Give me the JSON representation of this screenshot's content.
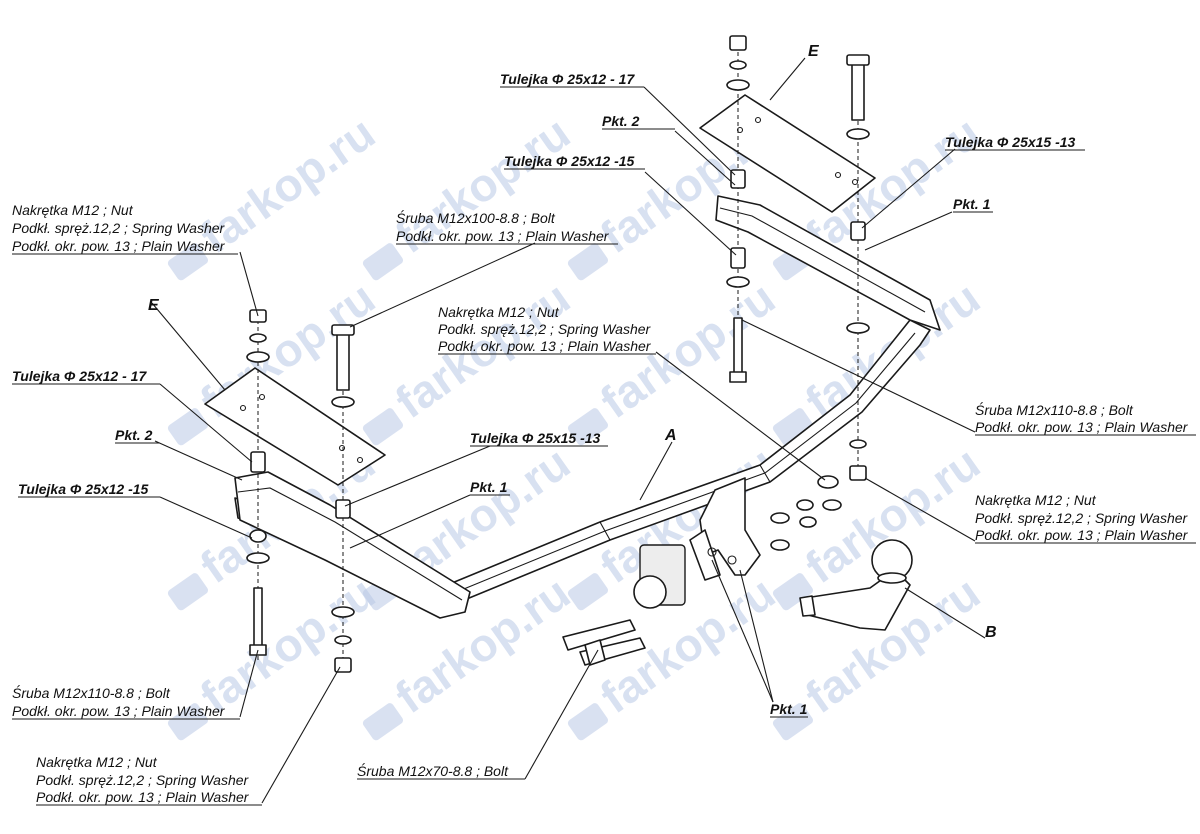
{
  "watermark": "farkop.ru",
  "labels": {
    "nut_tl_1": "Nakrętka  M12 ; Nut",
    "nut_tl_2": "Podkł. spręż.12,2 ; Spring Washer",
    "nut_tl_3": "Podkł. okr. pow. 13 ; Plain Washer",
    "bolt100_1": "Śruba M12x100-8.8 ;  Bolt",
    "bolt100_2": "Podkł. okr. pow. 13 ; Plain Washer",
    "e_left": "E",
    "tul17_left": "Tulejka Φ 25x12 - 17",
    "pkt2_left": "Pkt. 2",
    "tul15_left": "Tulejka Φ 25x12 -15",
    "tul13_mid": "Tulejka Φ 25x15 -13",
    "pkt1_mid": "Pkt. 1",
    "a": "A",
    "bolt110_left_1": "Śruba M12x110-8.8 ;  Bolt",
    "bolt110_left_2": "Podkł. okr. pow. 13 ; Plain Washer",
    "nut_bl_1": "Nakrętka  M12 ; Nut",
    "nut_bl_2": "Podkł. spręż.12,2 ; Spring Washer",
    "nut_bl_3": "Podkł. okr. pow. 13 ; Plain Washer",
    "bolt70": "Śruba M12x70-8.8 ;  Bolt",
    "pkt1_bottom": "Pkt. 1",
    "b": "B",
    "nut_mid_1": "Nakrętka  M12 ; Nut",
    "nut_mid_2": "Podkł. spręż.12,2 ; Spring Washer",
    "nut_mid_3": "Podkł. okr. pow. 13 ; Plain Washer",
    "tul17_top": "Tulejka Φ 25x12 - 17",
    "e_top": "E",
    "pkt2_top": "Pkt. 2",
    "tul15_top": "Tulejka Φ 25x12 -15",
    "tul13_right": "Tulejka Φ 25x15 -13",
    "pkt1_right": "Pkt. 1",
    "bolt110_right_1": "Śruba M12x110-8.8 ;  Bolt",
    "bolt110_right_2": "Podkł. okr. pow. 13 ; Plain Washer",
    "nut_right_1": "Nakrętka  M12 ; Nut",
    "nut_right_2": "Podkł. spręż.12,2 ; Spring Washer",
    "nut_right_3": "Podkł. okr. pow. 13 ; Plain Washer"
  }
}
